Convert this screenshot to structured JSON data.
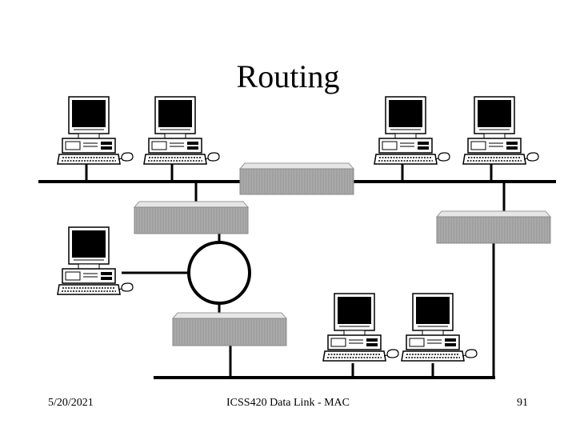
{
  "slide": {
    "title": "Routing",
    "footer": {
      "date": "5/20/2021",
      "course": "ICSS420 Data Link - MAC",
      "page_number": "91"
    }
  },
  "diagram": {
    "networks": [
      {
        "id": "top-lan",
        "kind": "bus"
      },
      {
        "id": "bottom-lan",
        "kind": "bus"
      },
      {
        "id": "ring-lan",
        "kind": "ring"
      },
      {
        "id": "right-link",
        "kind": "link"
      }
    ],
    "routers": [
      {
        "id": "router-top-center"
      },
      {
        "id": "router-left-upper"
      },
      {
        "id": "router-right"
      },
      {
        "id": "router-left-lower"
      }
    ],
    "workstations": [
      {
        "id": "pc-top-1",
        "network": "top-lan"
      },
      {
        "id": "pc-top-2",
        "network": "top-lan"
      },
      {
        "id": "pc-top-3",
        "network": "top-lan"
      },
      {
        "id": "pc-top-4",
        "network": "top-lan"
      },
      {
        "id": "pc-ring",
        "network": "ring-lan"
      },
      {
        "id": "pc-bottom-1",
        "network": "bottom-lan"
      },
      {
        "id": "pc-bottom-2",
        "network": "bottom-lan"
      }
    ]
  }
}
